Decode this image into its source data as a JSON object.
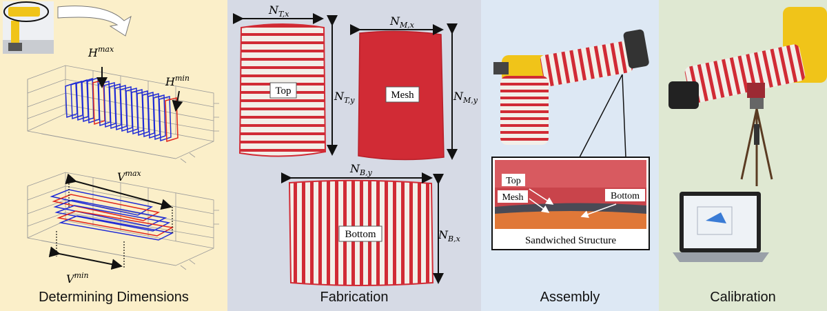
{
  "panels": {
    "determining": {
      "caption": "Determining Dimensions",
      "h_max": "H",
      "h_max_sup": "max",
      "h_min": "H",
      "h_min_sup": "min",
      "v_max": "V",
      "v_max_sup": "max",
      "v_min": "V",
      "v_min_sup": "min"
    },
    "fabrication": {
      "caption": "Fabrication",
      "top_label": "Top",
      "mesh_label": "Mesh",
      "bottom_label": "Bottom",
      "n_tx": "N",
      "n_tx_sub": "T,x",
      "n_ty": "N",
      "n_ty_sub": "T,y",
      "n_mx": "N",
      "n_mx_sub": "M,x",
      "n_my": "N",
      "n_my_sub": "M,y",
      "n_by": "N",
      "n_by_sub": "B,y",
      "n_bx": "N",
      "n_bx_sub": "B,x"
    },
    "assembly": {
      "caption": "Assembly",
      "top_label": "Top",
      "mesh_label": "Mesh",
      "bottom_label": "Bottom",
      "inset_caption": "Sandwiched Structure"
    },
    "calibration": {
      "caption": "Calibration"
    }
  },
  "colors": {
    "knit_red": "#d12b35",
    "knit_white": "#f2efe9",
    "robot_yellow": "#f0c419",
    "plot_blue": "#1f2bd6",
    "plot_red": "#e0261b"
  }
}
